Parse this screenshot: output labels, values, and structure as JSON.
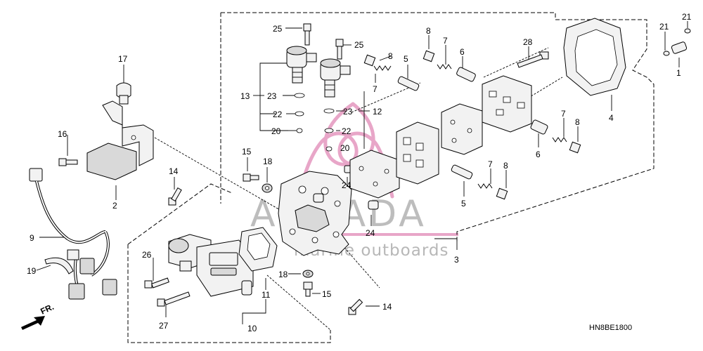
{
  "diagram": {
    "code": "HN8BE1800",
    "direction_label": "FR.",
    "watermark": {
      "brand": "ARMADA",
      "tagline": "marine outboards",
      "brand_color": "#e8a6c8"
    },
    "callouts": [
      {
        "id": "c25a",
        "label": "25"
      },
      {
        "id": "c25b",
        "label": "25"
      },
      {
        "id": "c17",
        "label": "17"
      },
      {
        "id": "c16",
        "label": "16"
      },
      {
        "id": "c2",
        "label": "2"
      },
      {
        "id": "c9",
        "label": "9"
      },
      {
        "id": "c19",
        "label": "19"
      },
      {
        "id": "c13",
        "label": "13"
      },
      {
        "id": "c23a",
        "label": "23"
      },
      {
        "id": "c22a",
        "label": "22"
      },
      {
        "id": "c20a",
        "label": "20"
      },
      {
        "id": "c23b",
        "label": "23"
      },
      {
        "id": "c12",
        "label": "12"
      },
      {
        "id": "c22b",
        "label": "22"
      },
      {
        "id": "c20b",
        "label": "20"
      },
      {
        "id": "c8a",
        "label": "8"
      },
      {
        "id": "c7a",
        "label": "7"
      },
      {
        "id": "c5a",
        "label": "5"
      },
      {
        "id": "c8b",
        "label": "8"
      },
      {
        "id": "c7b",
        "label": "7"
      },
      {
        "id": "c6a",
        "label": "6"
      },
      {
        "id": "c28",
        "label": "28"
      },
      {
        "id": "c21a",
        "label": "21"
      },
      {
        "id": "c21b",
        "label": "21"
      },
      {
        "id": "c1",
        "label": "1"
      },
      {
        "id": "c4",
        "label": "4"
      },
      {
        "id": "c7c",
        "label": "7"
      },
      {
        "id": "c8c",
        "label": "8"
      },
      {
        "id": "c6b",
        "label": "6"
      },
      {
        "id": "c7d",
        "label": "7"
      },
      {
        "id": "c8d",
        "label": "8"
      },
      {
        "id": "c5b",
        "label": "5"
      },
      {
        "id": "c15a",
        "label": "15"
      },
      {
        "id": "c18a",
        "label": "18"
      },
      {
        "id": "c14a",
        "label": "14"
      },
      {
        "id": "c24a",
        "label": "24"
      },
      {
        "id": "c24b",
        "label": "24"
      },
      {
        "id": "c3",
        "label": "3"
      },
      {
        "id": "c26",
        "label": "26"
      },
      {
        "id": "c11",
        "label": "11"
      },
      {
        "id": "c27",
        "label": "27"
      },
      {
        "id": "c10",
        "label": "10"
      },
      {
        "id": "c18b",
        "label": "18"
      },
      {
        "id": "c15b",
        "label": "15"
      },
      {
        "id": "c14b",
        "label": "14"
      }
    ]
  }
}
